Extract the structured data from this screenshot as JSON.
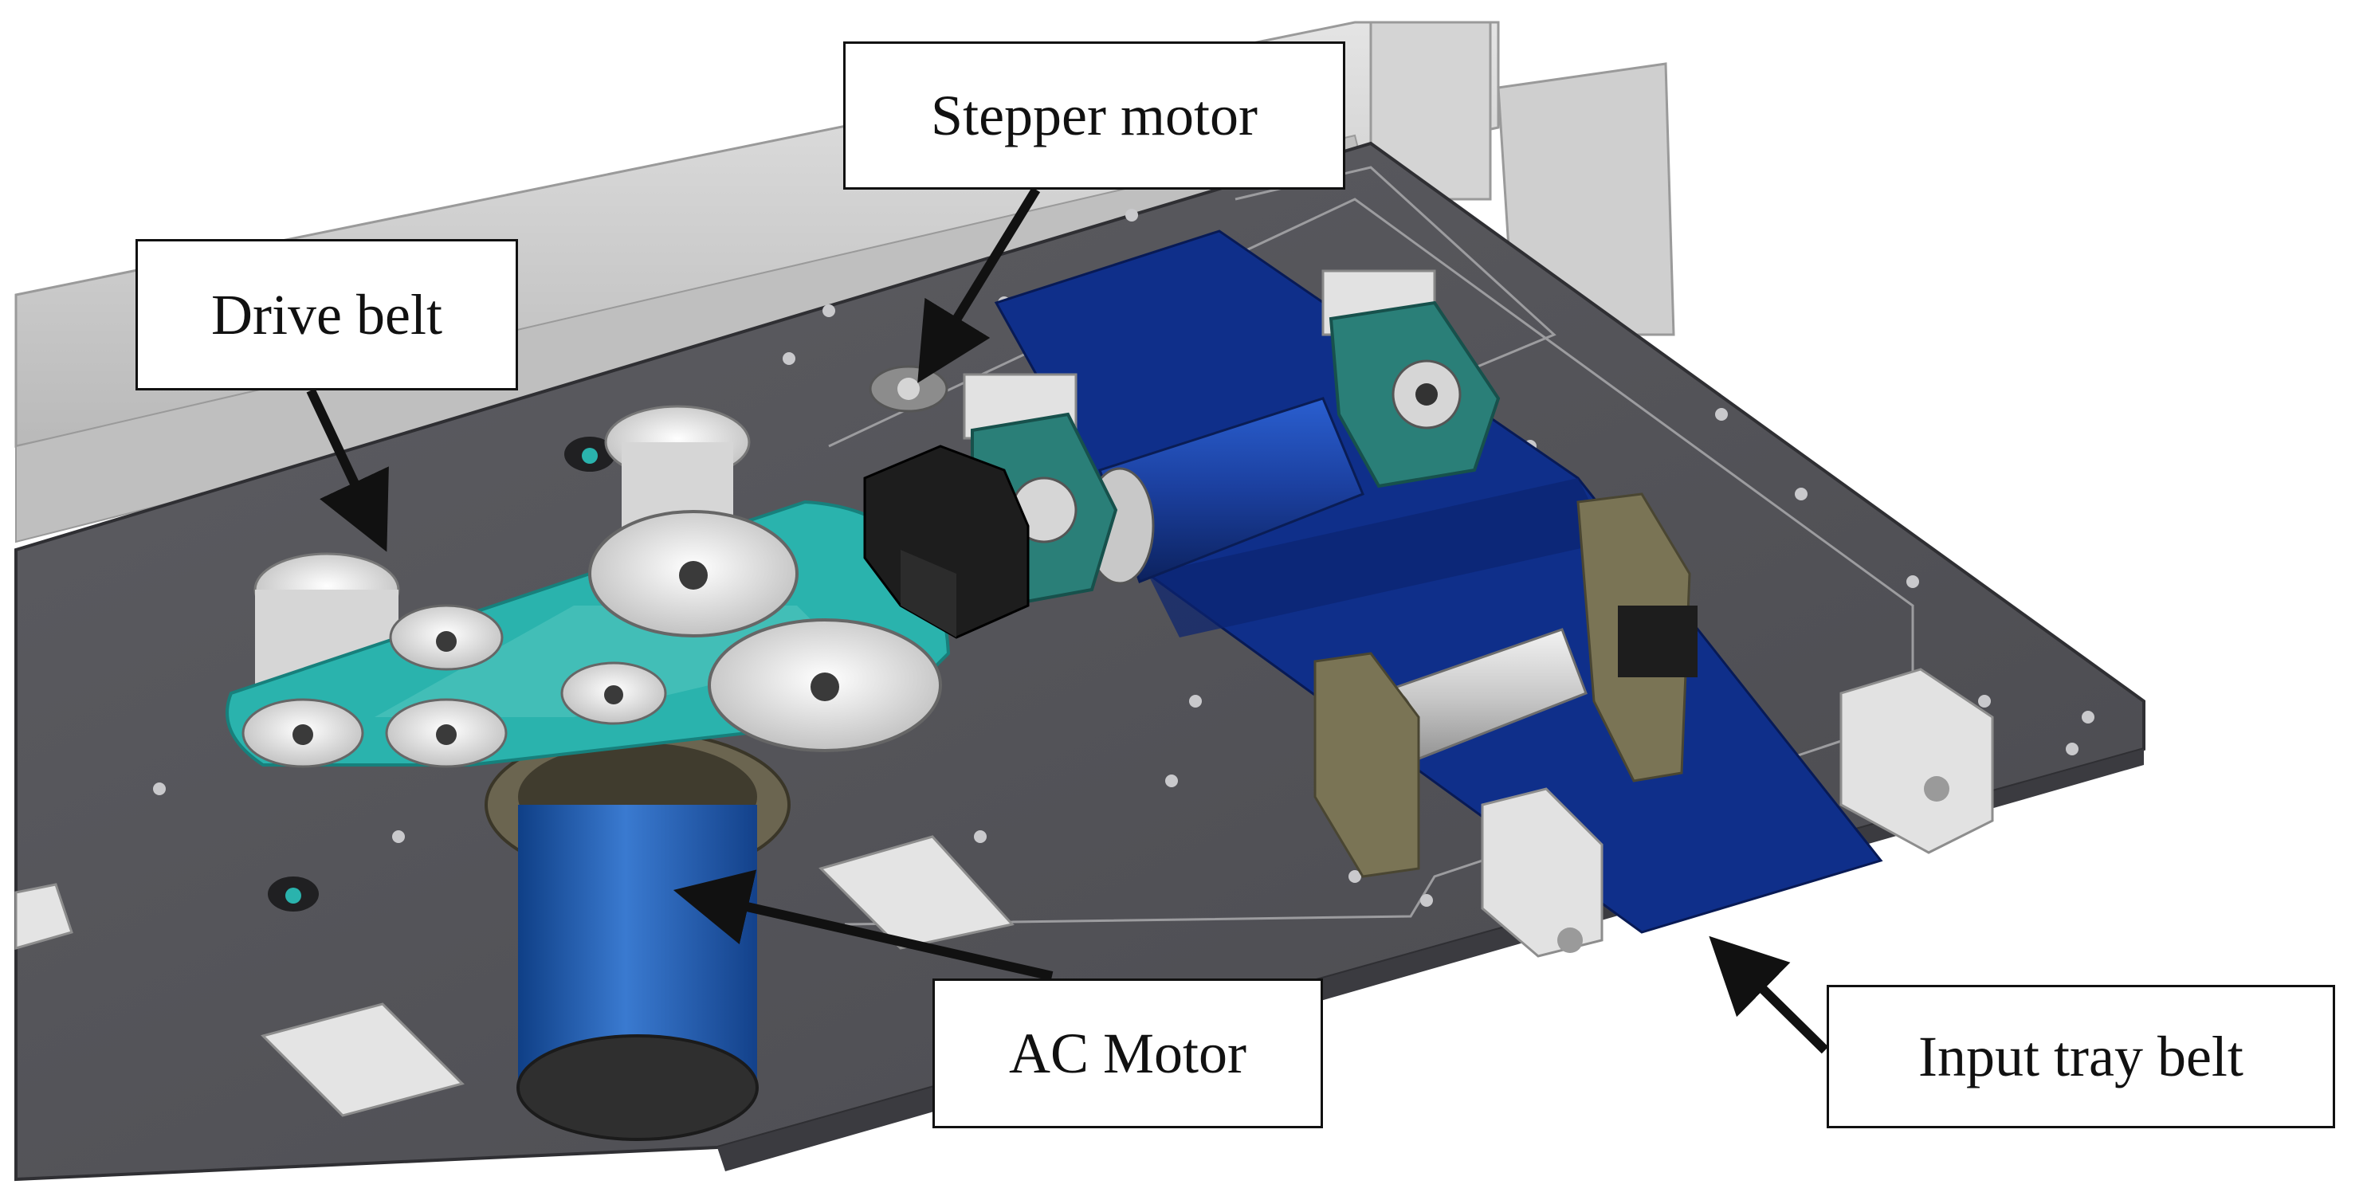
{
  "labels": {
    "drive_belt": "Drive belt",
    "stepper_motor": "Stepper motor",
    "ac_motor": "AC Motor",
    "input_tray_belt": "Input tray belt"
  },
  "colors": {
    "background": "#ffffff",
    "plate": "#55555a",
    "plate_dark": "#3f3f44",
    "frame": "#c9c9c9",
    "drive_belt": "#2ab3ad",
    "input_belt": "#0f2f8a",
    "ac_motor": "#1f5fb0",
    "bearing_block": "#2a7f78",
    "stepper_body": "#1d1d1d",
    "pulley": "#e6e6e6",
    "bracket": "#7a7455",
    "arrow": "#111111"
  },
  "icons": [
    "arrow-icon"
  ]
}
